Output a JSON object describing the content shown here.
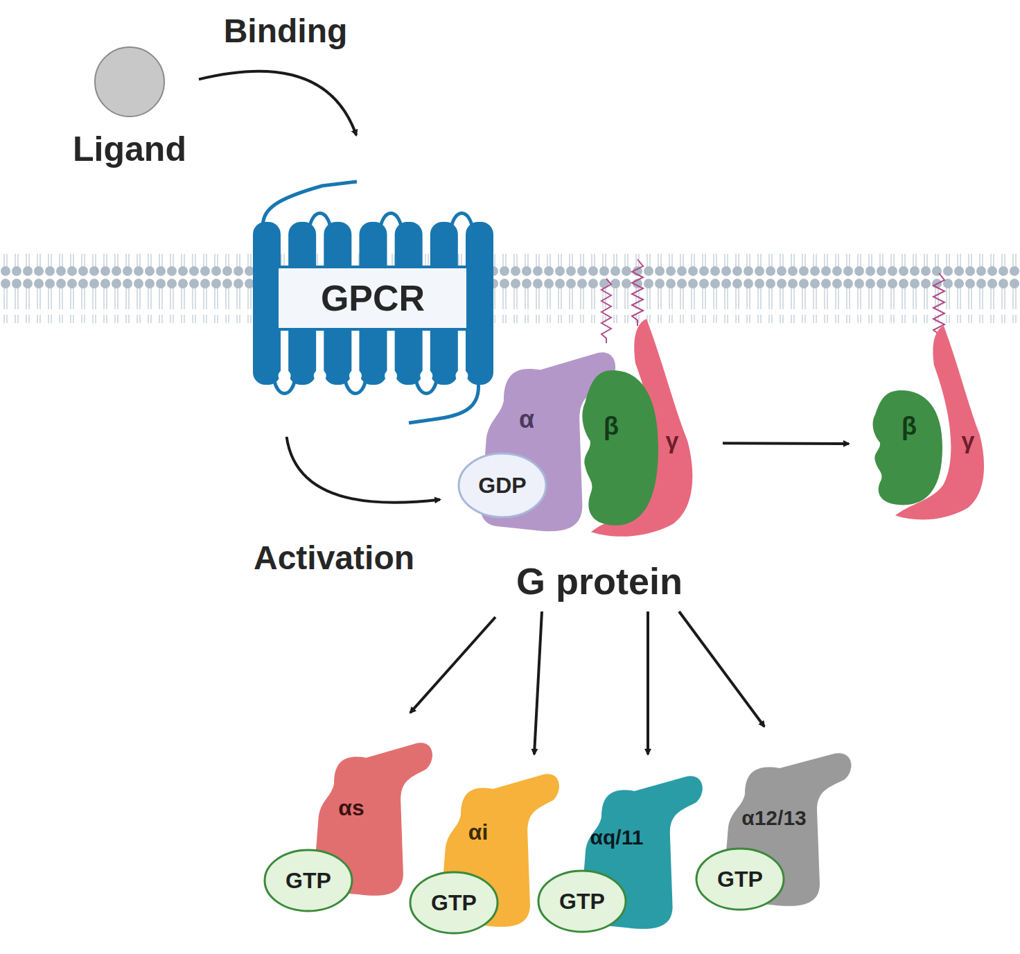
{
  "diagram": {
    "nodes": [
      {
        "text": [
          "Ligand"
        ]
      },
      {
        "text": [
          "GPCR"
        ]
      },
      {
        "text": [
          "α"
        ]
      },
      {
        "text": [
          "GDP"
        ]
      },
      {
        "text": [
          "β"
        ]
      },
      {
        "text": [
          "γ"
        ]
      },
      {
        "text": [
          "β"
        ]
      },
      {
        "text": [
          "γ"
        ]
      },
      {
        "text": [
          "αs"
        ]
      },
      {
        "text": [
          "GTP"
        ]
      },
      {
        "text": [
          "αi"
        ]
      },
      {
        "text": [
          "GTP"
        ]
      },
      {
        "text": [
          "αq/11"
        ]
      },
      {
        "text": [
          "GTP"
        ]
      },
      {
        "text": [
          "α12/13"
        ]
      },
      {
        "text": [
          "GTP"
        ]
      }
    ],
    "edges": [
      {
        "from": 0,
        "to": 1,
        "label": "Binding",
        "arrow": "to"
      },
      {
        "from": 1,
        "to": 2,
        "label": "Activation",
        "arrow": "to"
      },
      {
        "from": 5,
        "to": 6,
        "arrow": "to"
      }
    ],
    "labels": [
      "G protein"
    ]
  }
}
